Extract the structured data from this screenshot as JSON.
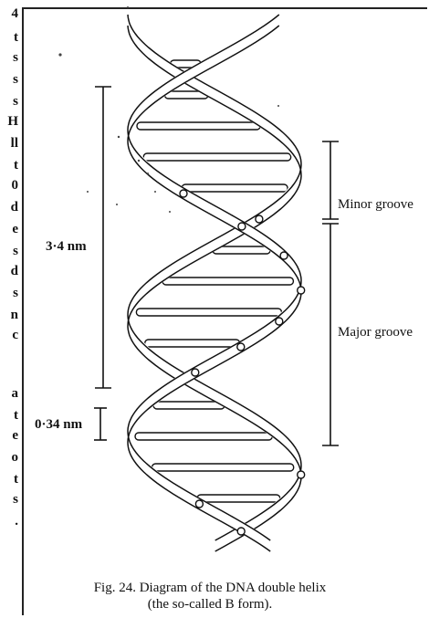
{
  "left_margin_fragments": [
    "4",
    "t",
    "s",
    "s",
    "s",
    "H",
    "ll",
    "t",
    "0",
    "d",
    "e",
    "s",
    "d",
    "s",
    "n",
    "c",
    "a",
    "t",
    "e",
    "o",
    "t",
    "s",
    "."
  ],
  "labels": {
    "minor_groove": "Minor groove",
    "major_groove": "Major groove",
    "helix_turn": "3·4 nm",
    "base_spacing": "0·34 nm"
  },
  "caption": {
    "line1": "Fig. 24. Diagram of the DNA double helix",
    "line2": "(the so-called B form)."
  }
}
